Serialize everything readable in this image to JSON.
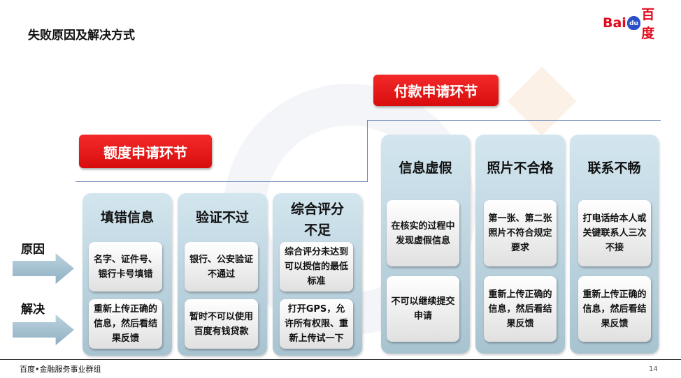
{
  "title": "失败原因及解决方式",
  "logo": {
    "text_left": "Bai",
    "text_paw": "du",
    "text_right": "百度"
  },
  "stages": {
    "quota": "额度申请环节",
    "payment": "付款申请环节"
  },
  "row_labels": {
    "cause": "原因",
    "solution": "解决"
  },
  "quota_columns": [
    {
      "title": "填错信息",
      "cause": "名字、证件号、银行卡号填错",
      "solution": "重新上传正确的信息，然后看结果反馈"
    },
    {
      "title": "验证不过",
      "cause": "银行、公安验证不通过",
      "solution": "暂时不可以使用百度有钱贷款"
    },
    {
      "title": "综合评分不足",
      "cause": "综合评分未达到可以授信的最低标准",
      "solution": "打开GPS，允许所有权限、重新上传试一下"
    }
  ],
  "payment_columns": [
    {
      "title": "信息虚假",
      "cause": "在核实的过程中发现虚假信息",
      "solution": "不可以继续提交申请"
    },
    {
      "title": "照片不合格",
      "cause": "第一张、第二张照片不符合规定要求",
      "solution": "重新上传正确的信息，然后看结果反馈"
    },
    {
      "title": "联系不畅",
      "cause": "打电话给本人或关键联系人三次不接",
      "solution": "重新上传正确的信息，然后看结果反馈"
    }
  ],
  "footer": "百度•金融服务事业群组",
  "page_number": "14"
}
